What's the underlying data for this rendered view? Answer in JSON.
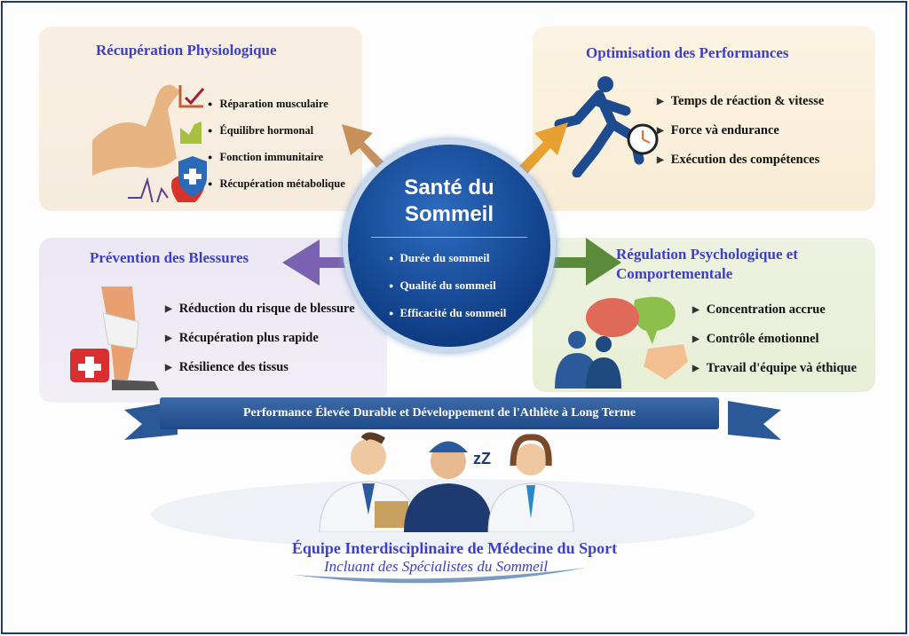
{
  "center": {
    "title_line1": "Santé du",
    "title_line2": "Sommeil",
    "items": [
      "Durée du sommeil",
      "Qualité du sommeil",
      "Efficacité du sommeil"
    ]
  },
  "panels": {
    "physio": {
      "title": "Récupération Physiologique",
      "items": [
        "Réparation musculaire",
        "Équilibre hormonal",
        "Fonction immunitaire",
        "Récupération métabolique"
      ]
    },
    "performance": {
      "title": "Optimisation des Performances",
      "items": [
        "Temps de réaction & vitesse",
        "Force và endurance",
        "Exécution des compétences"
      ]
    },
    "injury": {
      "title": "Prévention des Blessures",
      "items": [
        "Réduction du risque de blessure",
        "Récupération plus rapide",
        "Résilience des tissus"
      ]
    },
    "psych": {
      "title_line1": "Régulation Psychologique et",
      "title_line2": "Comportementale",
      "items": [
        "Concentration accrue",
        "Contrôle émotionnel",
        "Travail d'équipe và éthique"
      ]
    }
  },
  "banner": "Performance Élevée Durable et Développement de l'Athlète à Long Terme",
  "team": {
    "title": "Équipe Interdisciplinaire de Médecine du Sport",
    "subtitle": "Incluant des Spécialistes du Sommeil",
    "sleep_icon_text": "zZ"
  },
  "colors": {
    "title": "#3d3fc8",
    "circle": "#0f3e86",
    "banner": "#2b5896"
  }
}
